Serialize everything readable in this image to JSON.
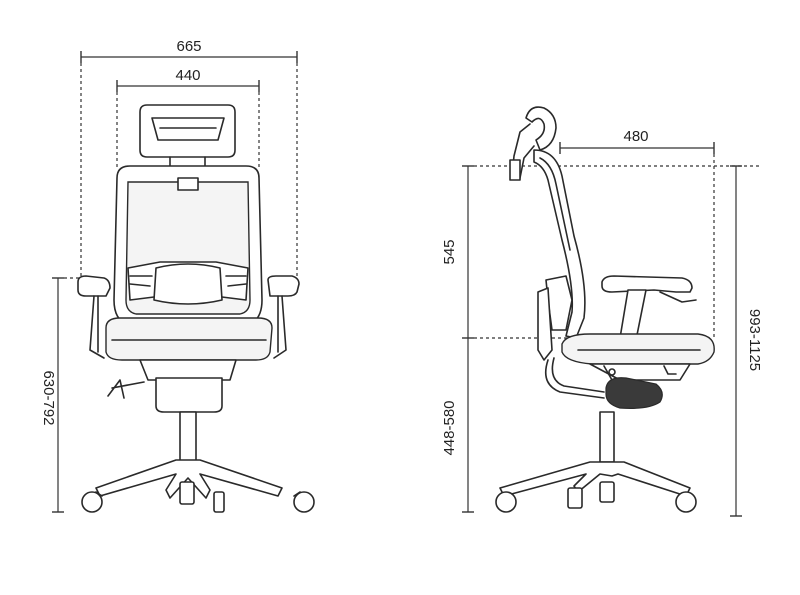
{
  "front_view": {
    "overall_width": "665",
    "headrest_width": "440",
    "armrest_height": "630-792"
  },
  "side_view": {
    "seat_depth": "480",
    "backrest_height": "545",
    "seat_height": "448-580",
    "overall_height": "993-1125"
  }
}
